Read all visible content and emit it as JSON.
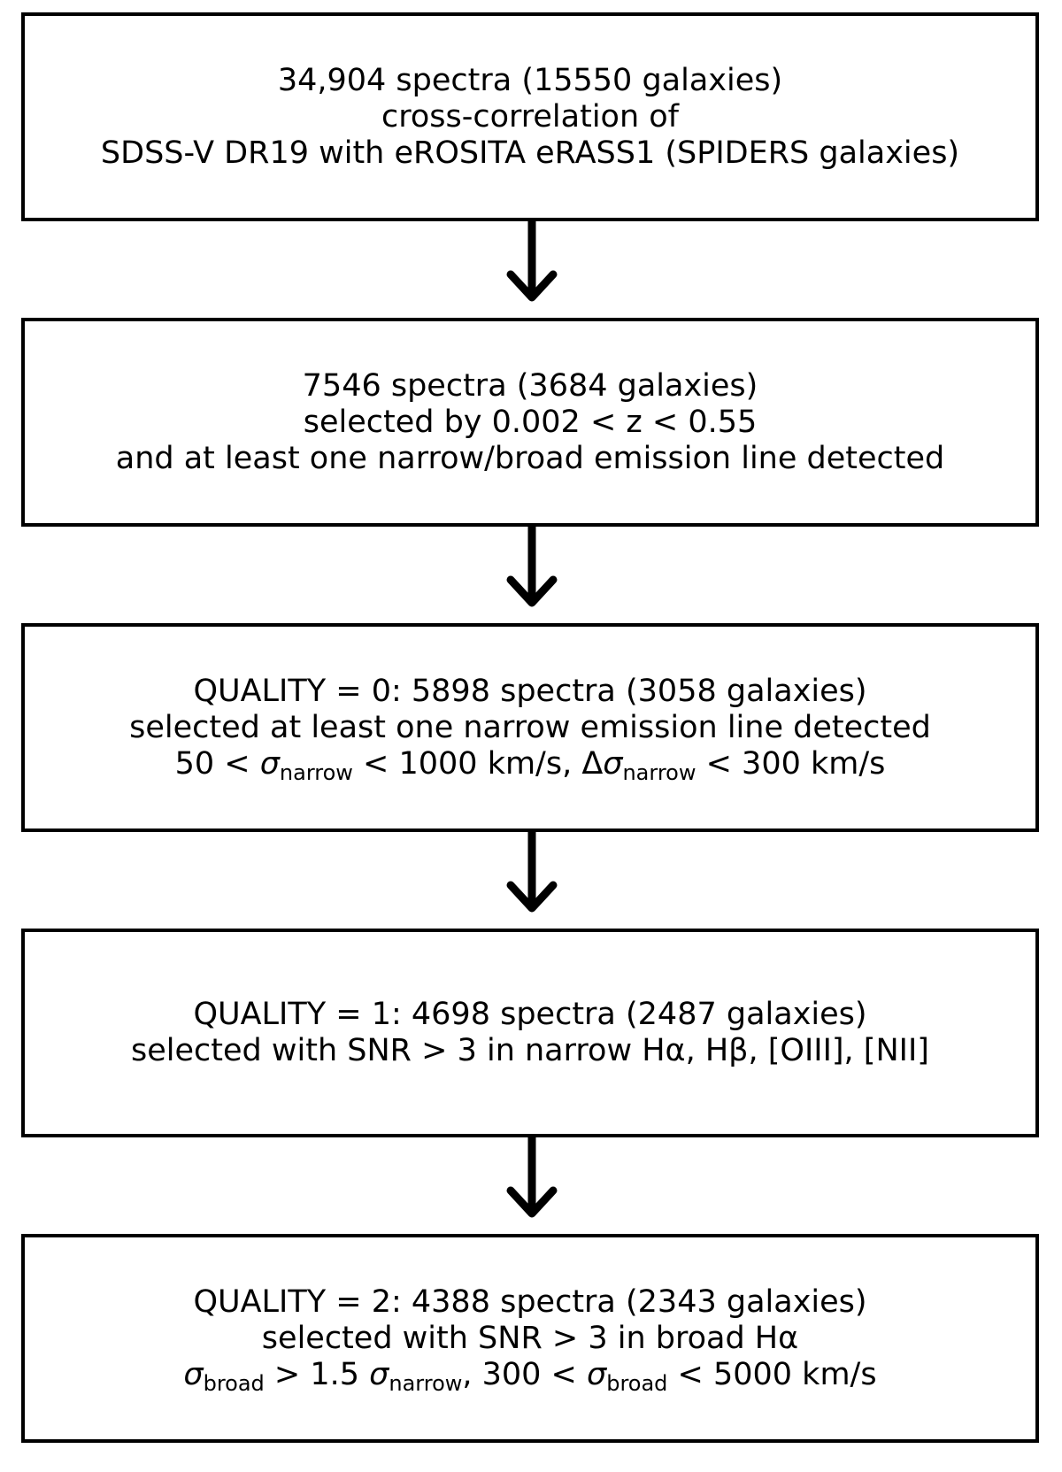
{
  "flowchart": {
    "boxes": [
      {
        "line1": "34,904 spectra (15550 galaxies)",
        "line2": "cross-correlation of",
        "line3": "SDSS-V DR19 with eROSITA eRASS1 (SPIDERS galaxies)"
      },
      {
        "line1": "7546 spectra (3684 galaxies)",
        "line2": "selected by 0.002 < z < 0.55",
        "line3": "and at least one narrow/broad emission line detected"
      },
      {
        "line1": "QUALITY = 0: 5898 spectra (3058 galaxies)",
        "line2": "selected at least one narrow emission line detected",
        "line3": {
          "part1": "50 < ",
          "sigma1": "σ",
          "sub1": "narrow",
          "part2": " < 1000 km/s, Δ",
          "sigma2": "σ",
          "sub2": "narrow",
          "part3": " < 300 km/s"
        }
      },
      {
        "line1": "QUALITY = 1: 4698 spectra (2487 galaxies)",
        "line2": "selected with SNR > 3 in narrow Hα, Hβ, [OIII], [NII]"
      },
      {
        "line1": "QUALITY = 2: 4388 spectra (2343 galaxies)",
        "line2": "selected with SNR > 3 in broad Hα",
        "line3": {
          "sigma1": "σ",
          "sub1": "broad",
          "part1": " > 1.5 ",
          "sigma2": "σ",
          "sub2": "narrow",
          "part2": ", 300 < ",
          "sigma3": "σ",
          "sub3": "broad",
          "part3": " < 5000 km/s"
        }
      }
    ],
    "colors": {
      "stroke": "#000000",
      "background": "#ffffff"
    }
  }
}
